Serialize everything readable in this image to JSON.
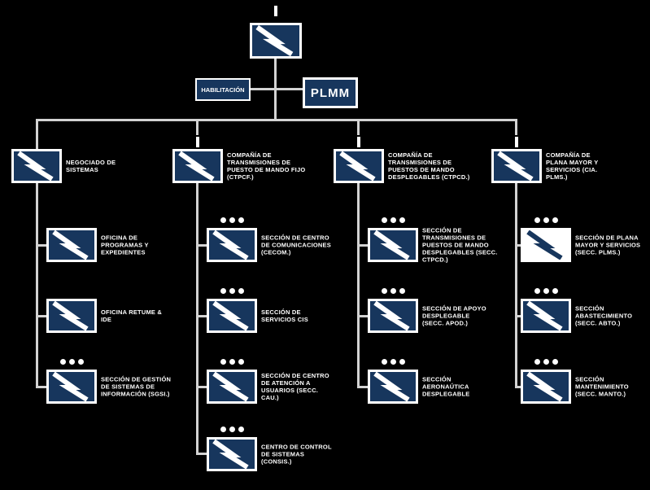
{
  "diagram": {
    "colors": {
      "background": "#000000",
      "box_fill": "#17365d",
      "box_border": "#ffffff",
      "line": "#d3d3d3",
      "text": "#ffffff"
    },
    "root": {
      "echelon": "I",
      "symbol": "signal-unit"
    },
    "staff_left": {
      "label": "HABILITACIÓN"
    },
    "staff_right": {
      "label": "PLMM"
    },
    "columns": [
      {
        "head": {
          "label": "NEGOCIADO DE SISTEMAS",
          "echelon": ""
        },
        "children": [
          {
            "label": "OFICINA DE PROGRAMAS Y EXPEDIENTES",
            "dots": 0
          },
          {
            "label": "OFICINA RETUME & IDE",
            "dots": 0
          },
          {
            "label": "SECCIÓN DE GESTIÓN DE SISTEMAS DE INFORMACIÓN (SGSI.)",
            "dots": 3
          }
        ]
      },
      {
        "head": {
          "label": "COMPAÑÍA DE TRANSMISIONES DE PUESTO DE MANDO FIJO (CTPCF.)",
          "echelon": "I"
        },
        "children": [
          {
            "label": "SECCIÓN DE CENTRO DE COMUNICACIONES (CECOM.)",
            "dots": 3
          },
          {
            "label": "SECCIÓN DE SERVICIOS CIS",
            "dots": 3
          },
          {
            "label": "SECCIÓN DE CENTRO DE ATENCIÓN A USUARIOS (SECC. CAU.)",
            "dots": 3
          },
          {
            "label": "CENTRO DE CONTROL DE SISTEMAS (CONSIS.)",
            "dots": 3
          }
        ]
      },
      {
        "head": {
          "label": "COMPAÑÍA DE TRANSMISIONES DE PUESTOS DE MANDO DESPLEGABLES (CTPCD.)",
          "echelon": "I"
        },
        "children": [
          {
            "label": "SECCIÓN DE TRANSMISIONES DE PUESTOS DE MANDO DESPLEGABLES (SECC. CTPCD.)",
            "dots": 3
          },
          {
            "label": "SECCIÓN DE APOYO DESPLEGABLE (SECC. APOD.)",
            "dots": 3
          },
          {
            "label": "SECCIÓN AERONAÚTICA DESPLEGABLE",
            "dots": 3
          }
        ]
      },
      {
        "head": {
          "label": "COMPAÑÍA DE PLANA MAYOR Y SERVICIOS (CIA. PLMS.)",
          "echelon": "I"
        },
        "children": [
          {
            "label": "SECCIÓN DE PLANA MAYOR Y SERVICIOS (SECC. PLMS.)",
            "dots": 3,
            "inverted": true
          },
          {
            "label": "SECCIÓN ABASTECIMIENTO (SECC. ABTO.)",
            "dots": 3
          },
          {
            "label": "SECCIÓN MANTENIMIENTO (SECC. MANTO.)",
            "dots": 3
          }
        ]
      }
    ]
  }
}
